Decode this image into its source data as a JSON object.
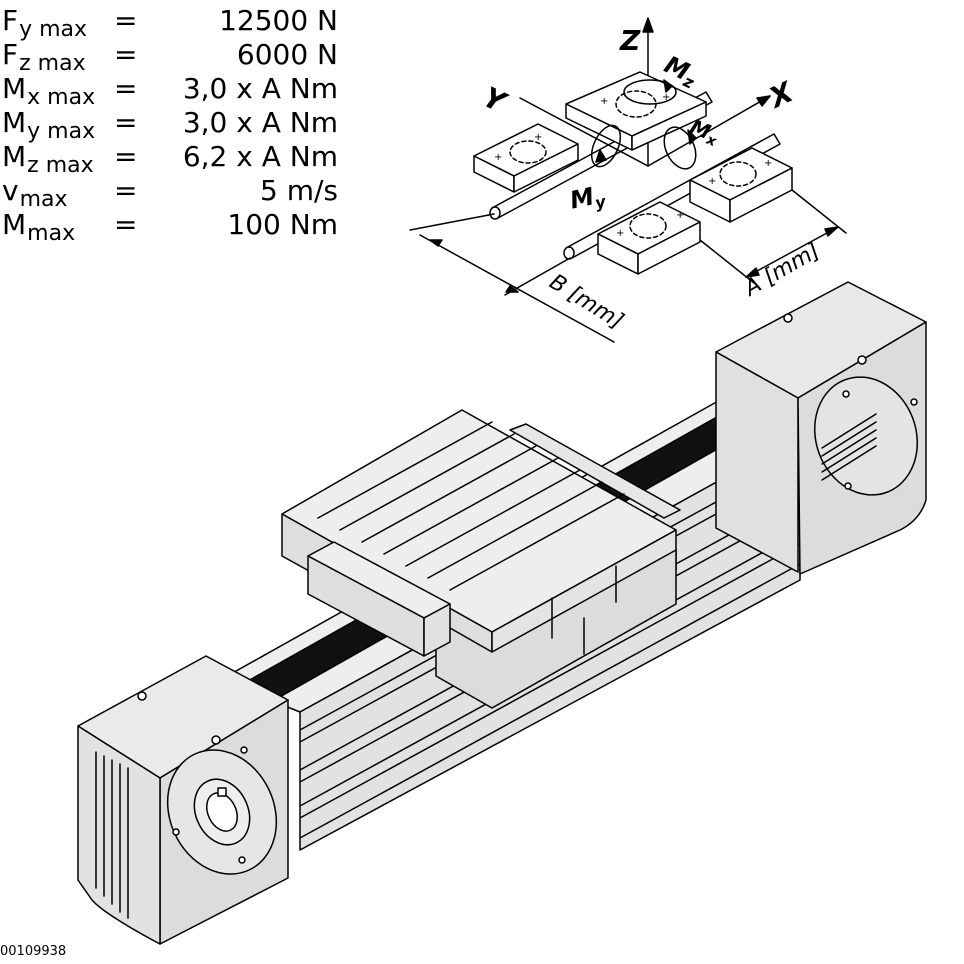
{
  "specs": [
    {
      "symbol": "F",
      "sub": "y max",
      "eq": "=",
      "value": "12500 N"
    },
    {
      "symbol": "F",
      "sub": "z max",
      "eq": "=",
      "value": "6000 N"
    },
    {
      "symbol": "M",
      "sub": "x max",
      "eq": "=",
      "value": "3,0 x A Nm"
    },
    {
      "symbol": "M",
      "sub": "y max",
      "eq": "=",
      "value": "3,0 x A Nm"
    },
    {
      "symbol": "M",
      "sub": "z max",
      "eq": "=",
      "value": "6,2 x A Nm"
    },
    {
      "symbol": "v",
      "sub": "max",
      "eq": "=",
      "value": "5 m/s"
    },
    {
      "symbol": "M",
      "sub": "max",
      "eq": "=",
      "value": "100 Nm"
    }
  ],
  "axes": {
    "x": "X",
    "y": "Y",
    "z": "Z",
    "mx": "M",
    "mx_sub": "x",
    "my": "M",
    "my_sub": "y",
    "mz": "M",
    "mz_sub": "z"
  },
  "dimensions": {
    "a": "A [mm]",
    "b": "B [mm]"
  },
  "figure_id": "00109938",
  "colors": {
    "line": "#000000",
    "body": "#e6e6e6",
    "body_dark": "#cfcfcf",
    "belt": "#111111",
    "bg": "#ffffff"
  }
}
